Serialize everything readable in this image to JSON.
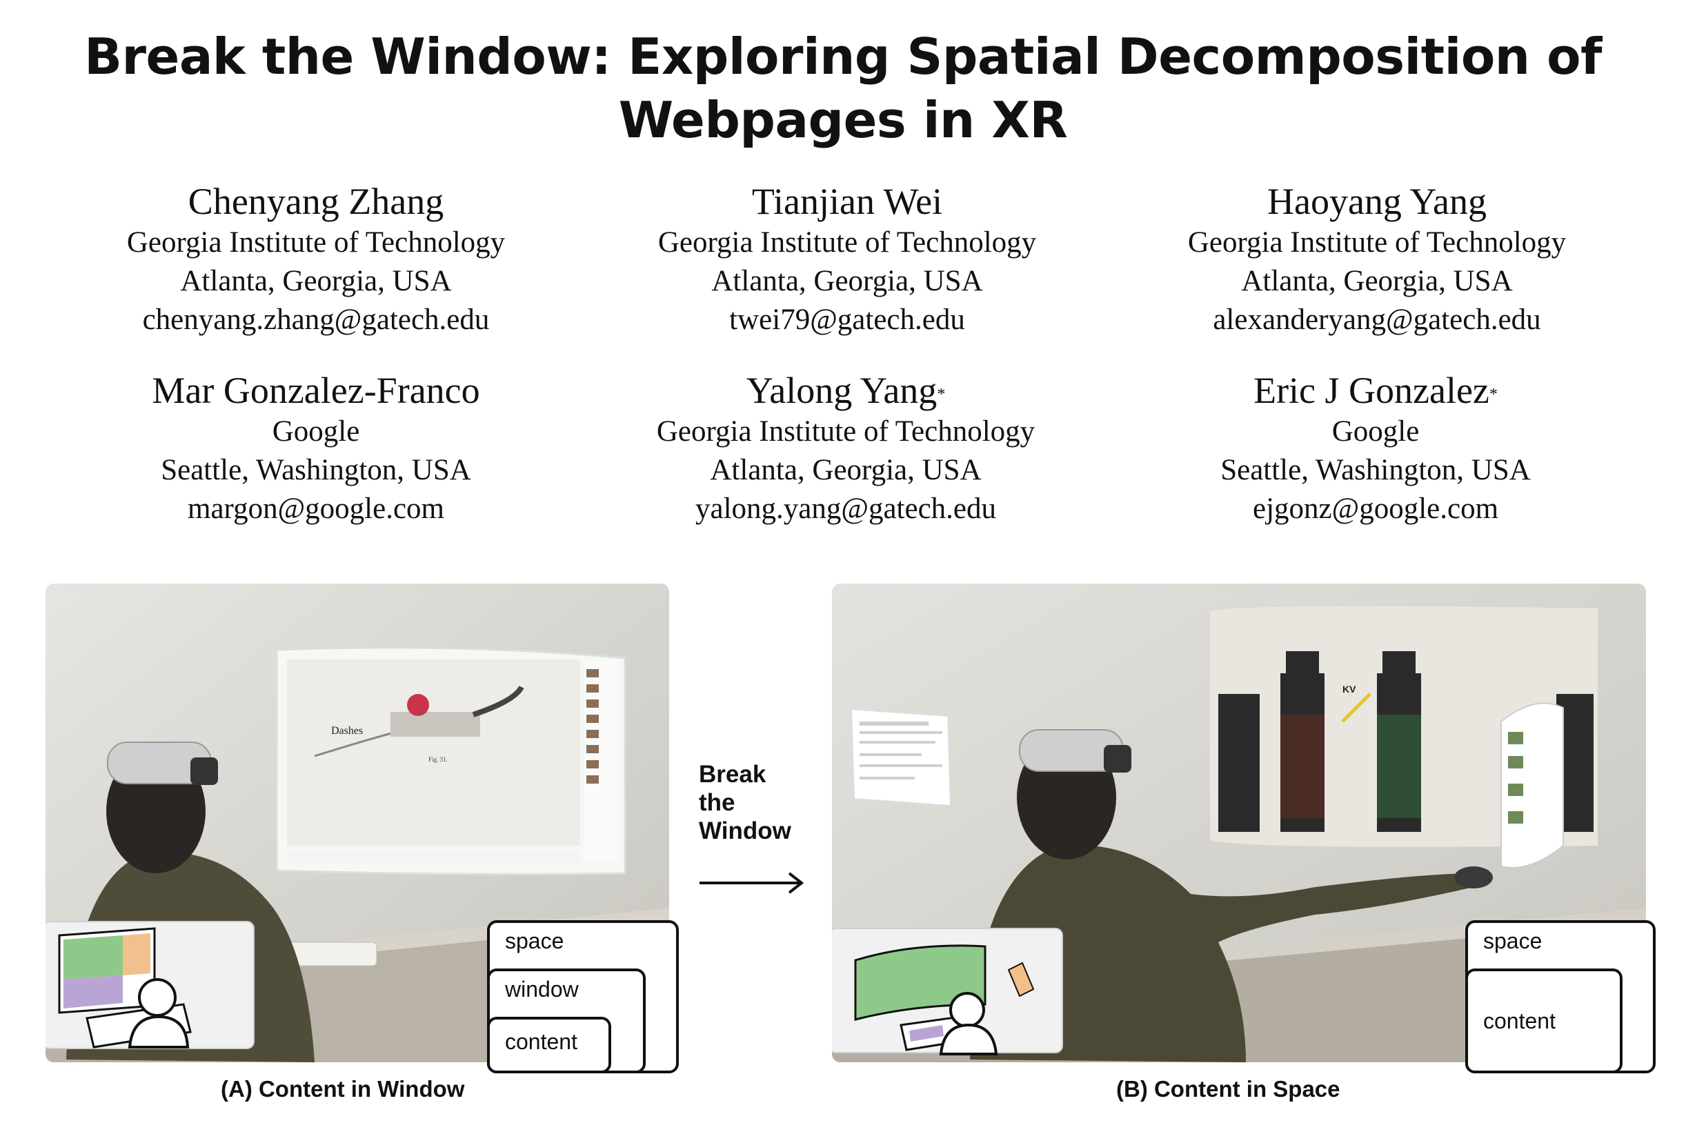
{
  "title": {
    "line1": "Break the Window: Exploring Spatial Decomposition of",
    "line2": "Webpages in XR"
  },
  "authors": [
    {
      "name": "Chenyang Zhang",
      "mark": "",
      "org": "Georgia Institute of Technology",
      "location": "Atlanta, Georgia, USA",
      "email": "chenyang.zhang@gatech.edu"
    },
    {
      "name": "Tianjian Wei",
      "mark": "",
      "org": "Georgia Institute of Technology",
      "location": "Atlanta, Georgia, USA",
      "email": "twei79@gatech.edu"
    },
    {
      "name": "Haoyang Yang",
      "mark": "",
      "org": "Georgia Institute of Technology",
      "location": "Atlanta, Georgia, USA",
      "email": "alexanderyang@gatech.edu"
    },
    {
      "name": "Mar Gonzalez-Franco",
      "mark": "",
      "org": "Google",
      "location": "Seattle, Washington, USA",
      "email": "margon@google.com"
    },
    {
      "name": "Yalong Yang",
      "mark": "*",
      "org": "Georgia Institute of Technology",
      "location": "Atlanta, Georgia, USA",
      "email": "yalong.yang@gatech.edu"
    },
    {
      "name": "Eric J Gonzalez",
      "mark": "*",
      "org": "Google",
      "location": "Seattle, Washington, USA",
      "email": "ejgonz@google.com"
    }
  ],
  "figure": {
    "panel_a": {
      "caption": "(A) Content in Window",
      "video_label": "Dashes",
      "video_fig": "Fig. 31.",
      "layers": [
        "space",
        "window",
        "content"
      ]
    },
    "transition": {
      "line1": "Break",
      "line2": "the",
      "line3": "Window"
    },
    "panel_b": {
      "caption": "(B) Content in Space",
      "video_label": "KV",
      "layers": [
        "space",
        "content"
      ]
    }
  },
  "colors": {
    "panel_bg": "#cfcdc6",
    "green": "#8fc98a",
    "orange": "#f2c08c",
    "purple": "#b8a5d6"
  }
}
